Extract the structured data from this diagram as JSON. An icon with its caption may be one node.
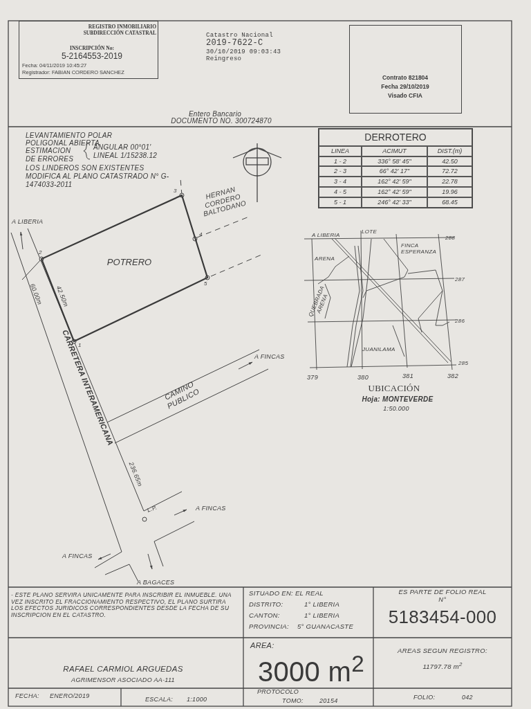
{
  "diagram": {
    "nodes": [
      {
        "text": [
          "REGISTRO INMOBILIARIO SUBDIRECCIÓN CATASTRAL",
          "INSCRIPCIÓN No:",
          "5-2164553-2019",
          "Fecha: 04/11/2019 10:45:27",
          "Registrador: FABIAN CORDERO SANCHEZ"
        ]
      },
      {
        "text": [
          "Contrato 821804",
          "Fecha 29/10/2019",
          "Visado CFIA"
        ]
      },
      {
        "text": [
          "POTRERO"
        ]
      }
    ],
    "labels": [
      "Catastro Nacional",
      "2019-7622-C",
      "30/10/2019 09:03:43",
      "Reingreso",
      "Entero Bancario",
      "DOCUMENTO NO. 300724870",
      "LEVANTAMIENTO POLAR",
      "POLIGONAL ABIERTA",
      "ESTIMACION DE ERRORES",
      "ANGULAR 00°01'",
      "LINEAL 1/15238.12",
      "LOS LINDEROS SON EXISTENTES",
      "MODIFICA AL PLANO CATASTRADO N° G-1474033-2011",
      "DERROTERO",
      "LINEA",
      "ACIMUT",
      "DIST.(m)",
      "1 - 2",
      "336° 58' 45\"",
      "42.50",
      "2 - 3",
      "66° 42' 17\"",
      "72.72",
      "3 - 4",
      "162° 42' 59\"",
      "22.78",
      "4 - 5",
      "162° 42' 59\"",
      "19.96",
      "5 - 1",
      "246° 42' 33\"",
      "68.45",
      "HERNAN CORDERO BALTODANO",
      "A LIBERIA",
      "1",
      "2",
      "3",
      "4",
      "5",
      "60.00m",
      "42.50m",
      "CARRETERA INTERAMERICANA",
      "A FINCAS",
      "CAMINO PUBLICO",
      "236.65m",
      "L.P.",
      "A FINCAS",
      "A FINCAS",
      "A BAGACES",
      "A LIBERIA",
      "LOTE",
      "288",
      "FINCA ESPERANZA",
      "ARENA",
      "287",
      "QUEBRADA ARENA",
      "286",
      "JUANILAMA",
      "285",
      "379",
      "380",
      "381",
      "382",
      "UBICACIÓN",
      "Hoja: MONTEVERDE",
      "1:50.000",
      "- ESTE PLANO SERVIRA UNICAMENTE PARA INSCRIBIR EL INMUEBLE. UNA VEZ INSCRITO EL FRACCIONAMIENTO RESPECTIVO, EL PLANO SURTIRA LOS EFECTOS JURIDICOS CORRESPONDIENTES DESDE LA FECHA DE SU INSCRIPCION EN EL CATASTRO.",
      "SITUADO EN: EL REAL",
      "DISTRITO:",
      "1° LIBERIA",
      "CANTON:",
      "1° LIBERIA",
      "PROVINCIA:",
      "5° GUANACASTE",
      "ES PARTE DE FOLIO REAL N°",
      "5183454-000",
      "RAFAEL CARMIOL ARGUEDAS",
      "AGRIMENSOR ASOCIADO AA-111",
      "AREA:",
      "3000 m$^{2}$",
      "AREAS SEGUN REGISTRO:",
      "11797.78 m$^{2}$",
      "FECHA:",
      "ENERO/2019",
      "ESCALA:",
      "1:1000",
      "PROTOCOLO",
      "TOMO:",
      "20154",
      "FOLIO:",
      "042"
    ]
  }
}
